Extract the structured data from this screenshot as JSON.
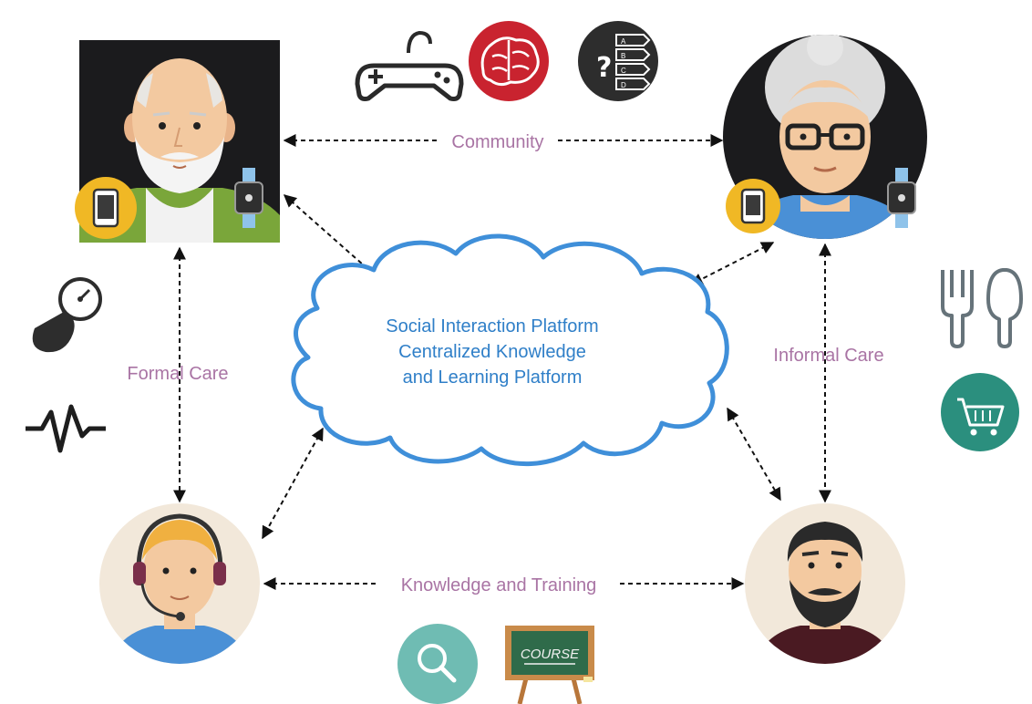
{
  "platform": {
    "lines": [
      "Social Interaction Platform",
      "Centralized Knowledge",
      "and Learning Platform"
    ]
  },
  "edges": {
    "community": "Community",
    "formal_care": "Formal Care",
    "informal_care": "Informal Care",
    "knowledge_training": "Knowledge and Training"
  },
  "course_board": {
    "text": "COURSE"
  },
  "quiz_options": [
    "A",
    "B",
    "C",
    "D"
  ],
  "colors": {
    "cloud_stroke": "#3f8fd9",
    "platform_text": "#2f7fc8",
    "edge_label": "#a974a4",
    "arrow": "#111111"
  }
}
